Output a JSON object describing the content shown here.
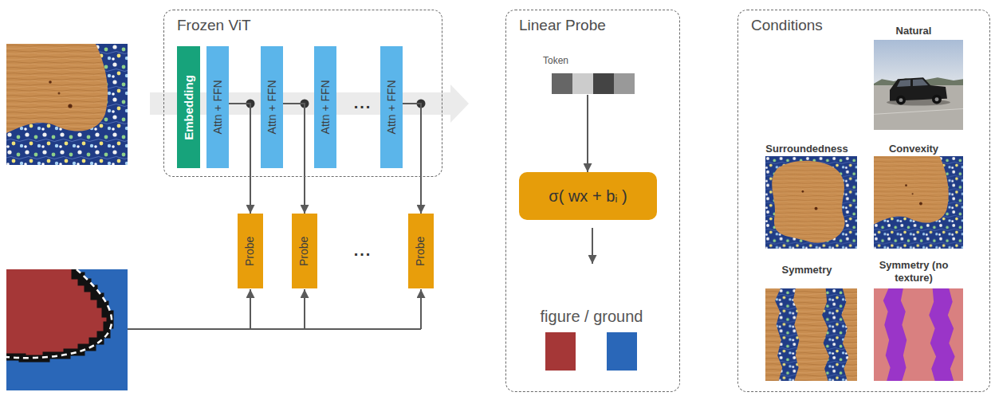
{
  "diagram": {
    "nodes": [
      {
        "text": [
          "Frozen ViT"
        ]
      },
      {
        "text": [
          "Embedding"
        ],
        "in": 0
      },
      {
        "text": [
          "Attn + FFN"
        ],
        "in": 0
      },
      {
        "text": [
          "Attn + FFN"
        ],
        "in": 0
      },
      {
        "text": [
          "Attn + FFN"
        ],
        "in": 0
      },
      {
        "text": [
          "Attn + FFN"
        ],
        "in": 0
      },
      {
        "text": [
          "Probe"
        ]
      },
      {
        "text": [
          "Probe"
        ]
      },
      {
        "text": [
          "Probe"
        ]
      },
      {
        "text": [
          "Linear Probe"
        ]
      },
      {
        "text": [
          "Token"
        ],
        "in": 9
      },
      {
        "text": [
          "σ( wx + bᵢ )"
        ],
        "in": 9
      },
      {
        "text": [
          "Conditions"
        ]
      },
      {
        "text": [
          "Natural"
        ],
        "in": 12
      },
      {
        "text": [
          "Surroundedness"
        ],
        "in": 12
      },
      {
        "text": [
          "Convexity"
        ],
        "in": 12
      },
      {
        "text": [
          "Symmetry"
        ],
        "in": 12
      },
      {
        "text": [
          "Symmetry (no texture)"
        ],
        "in": 12
      }
    ],
    "edges": [
      {
        "from": 2,
        "to": 6,
        "arrow": "to"
      },
      {
        "from": 3,
        "to": 7,
        "arrow": "to"
      },
      {
        "from": 5,
        "to": 8,
        "arrow": "to"
      },
      {
        "from": 10,
        "to": 11,
        "arrow": "to"
      }
    ],
    "labels": [
      "...",
      "...",
      "figure / ground"
    ]
  }
}
